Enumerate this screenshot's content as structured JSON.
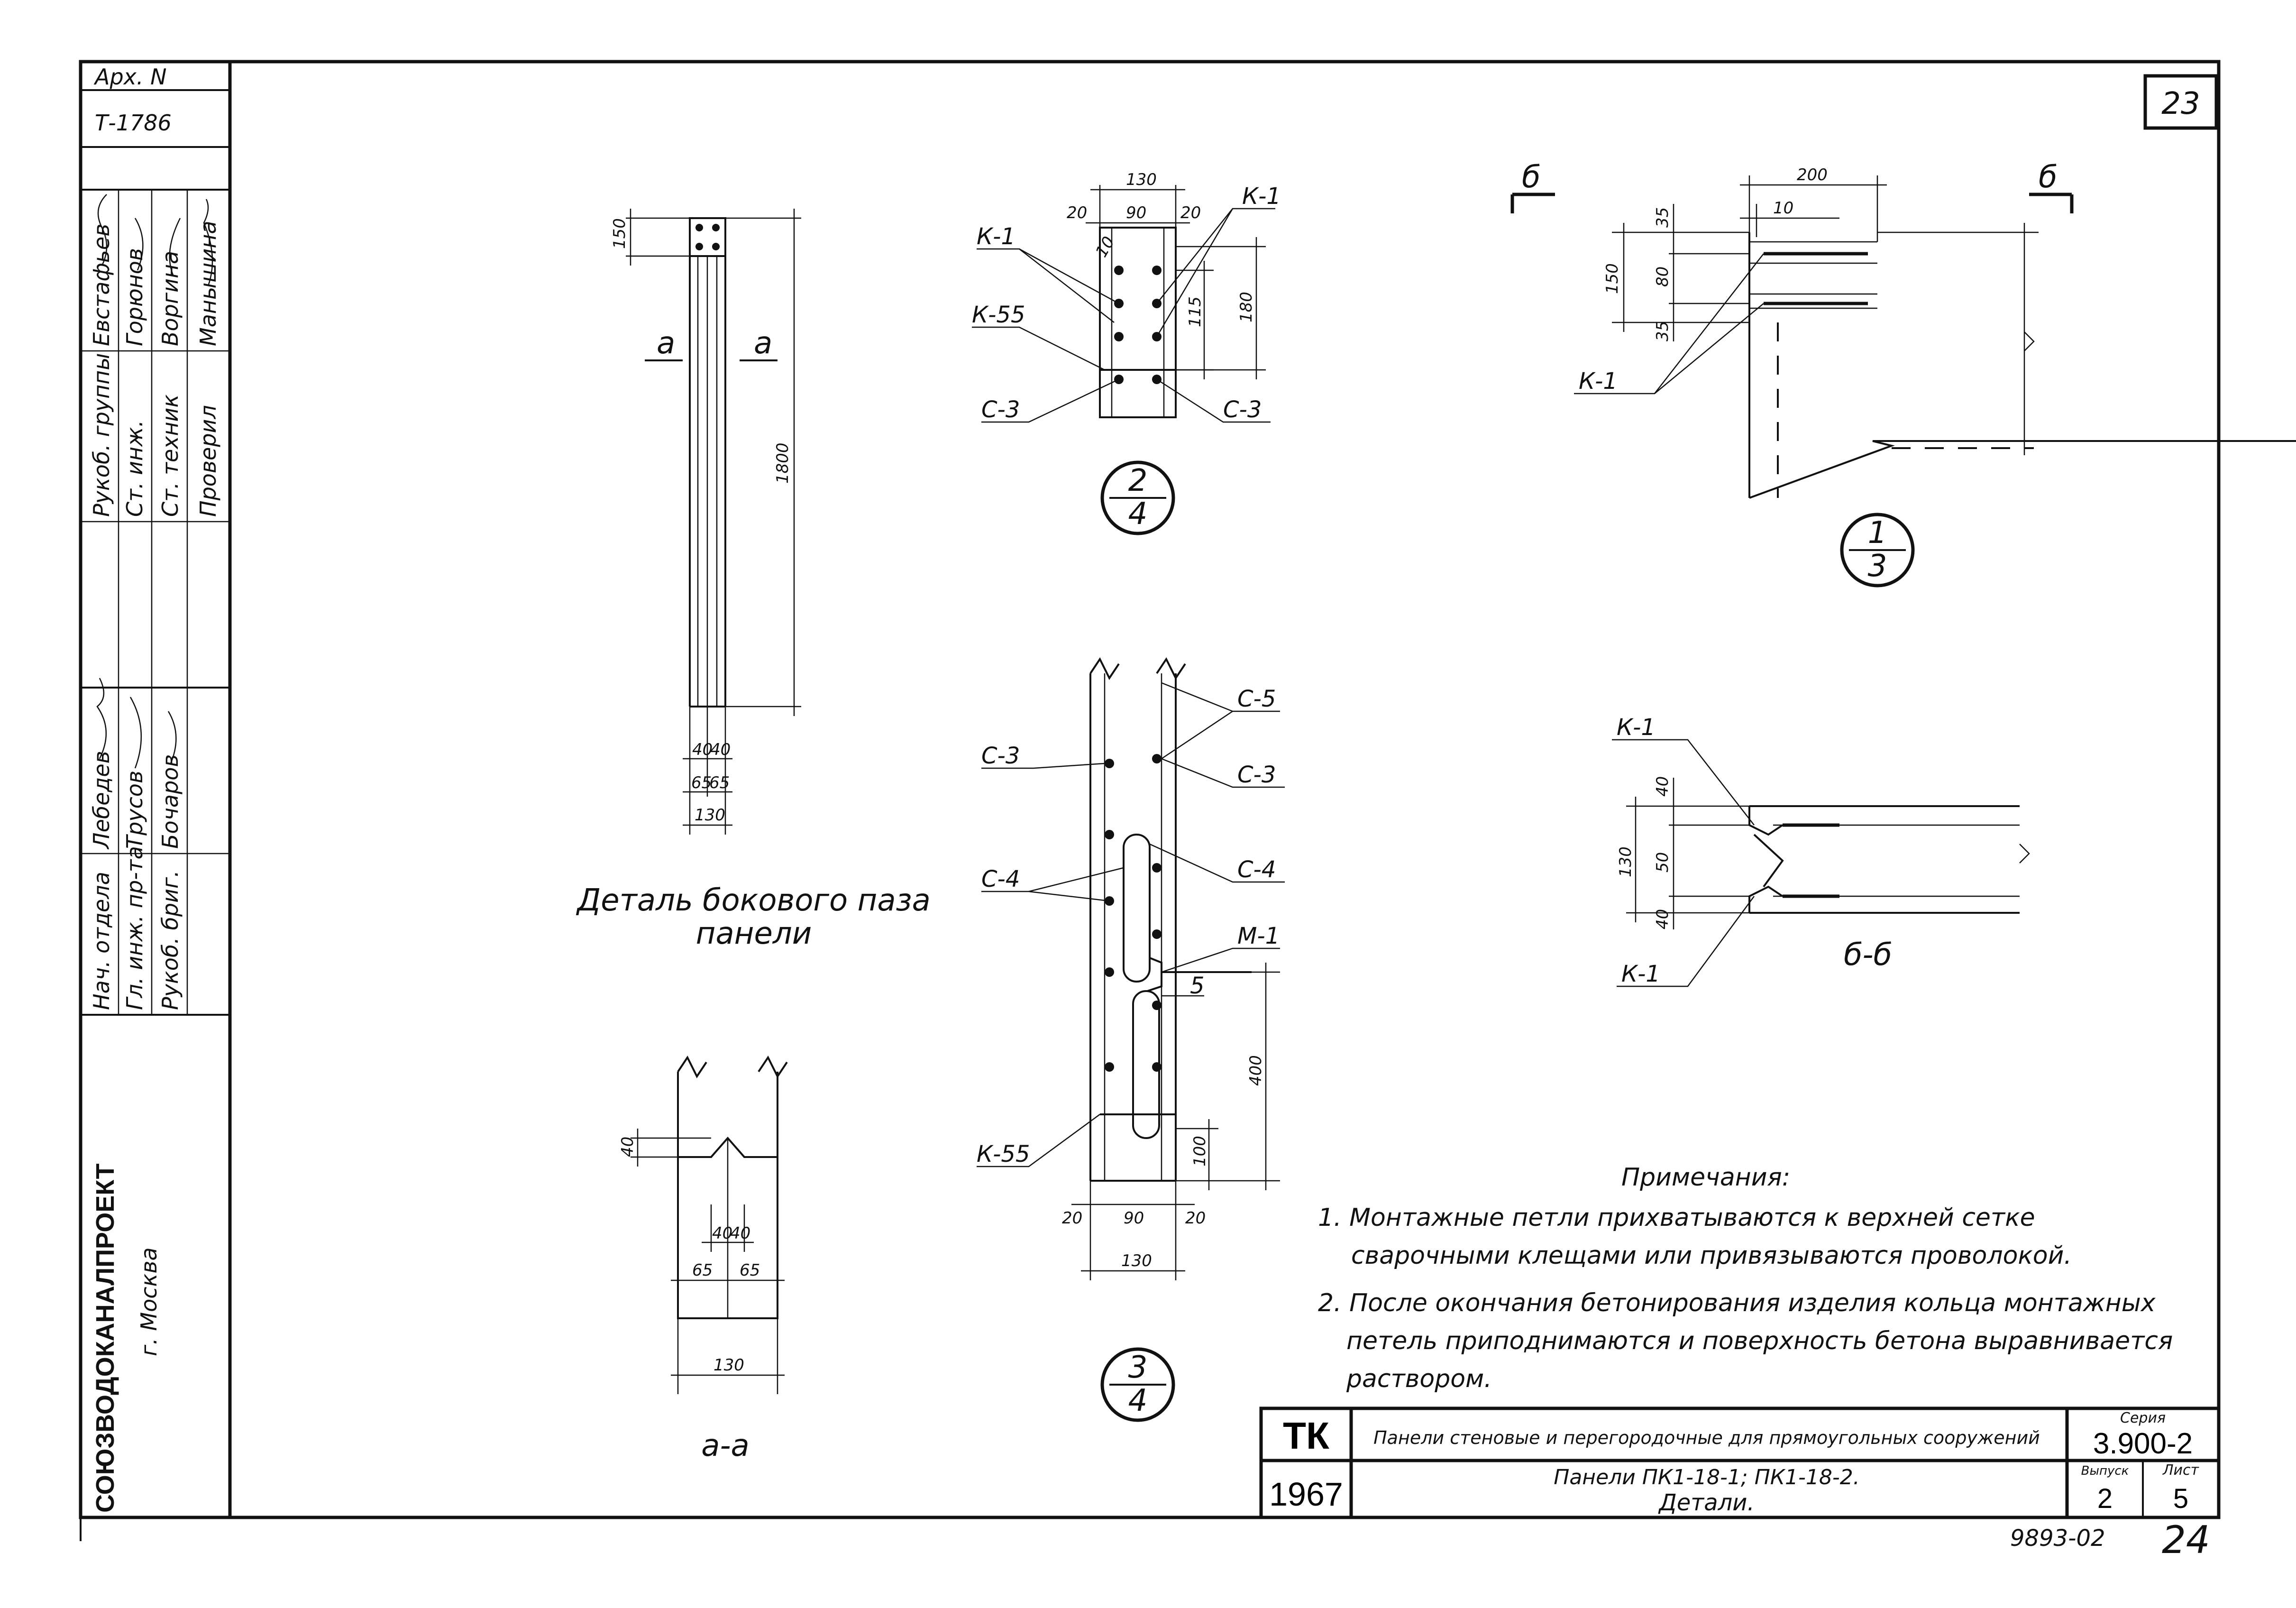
{
  "sheet_number": "23",
  "sheet_number_bottom": "24",
  "doc_code": "9893-02",
  "archive": {
    "label": "Арх. N",
    "number": "Т-1786"
  },
  "stamp": {
    "rows": [
      {
        "position": "Нач. отдела",
        "name": "Лебедев"
      },
      {
        "position": "Гл. инж. пр-та",
        "name": "Трусов"
      },
      {
        "position": "Рукоб. бриг.",
        "name": "Бочаров"
      },
      {
        "position": "Рукоб. группы",
        "name": "Евстафьев"
      },
      {
        "position": "Ст. инж.",
        "name": "Горюнов"
      },
      {
        "position": "Ст. техник",
        "name": "Воргина"
      },
      {
        "position": "Проверил",
        "name": "Манышина"
      }
    ],
    "organization": "СОЮЗВОДОКАНАЛПРОЕКТ",
    "city": "г. Москва"
  },
  "detail_side_groove": {
    "title_line1": "Деталь бокового паза",
    "title_line2": "панели",
    "section_mark": "а",
    "dims": {
      "top": "150",
      "height": "1800",
      "bottom_a": "40",
      "bottom_b": "40",
      "bottom_c": "65",
      "bottom_d": "65",
      "width": "130"
    }
  },
  "section_aa": {
    "title": "а-а",
    "dims": {
      "depth": "40",
      "inner_a": "40",
      "inner_b": "40",
      "half_a": "65",
      "half_b": "65",
      "width": "130"
    }
  },
  "node_2_4": {
    "num": "2",
    "den": "4",
    "labels": {
      "k1_left": "К-1",
      "k1_right": "К-1",
      "k55": "К-55",
      "c3_left": "С-3",
      "c3_right": "С-3"
    },
    "dims": {
      "total": "130",
      "left": "20",
      "mid": "90",
      "right": "20",
      "small": "10",
      "inner": "115",
      "height": "180"
    }
  },
  "node_3_4": {
    "num": "3",
    "den": "4",
    "labels": {
      "c3_left": "С-3",
      "c5": "С-5",
      "c3_right": "С-3",
      "c4_left": "С-4",
      "c4_right": "С-4",
      "m1": "М-1",
      "k55": "К-55"
    },
    "dims": {
      "five": "5",
      "loop": "400",
      "bottom": "100",
      "left": "20",
      "mid": "90",
      "right": "20",
      "total": "130"
    }
  },
  "node_1_3": {
    "num": "1",
    "den": "3",
    "section_mark": "б",
    "labels": {
      "k1": "К-1"
    },
    "dims": {
      "width": "200",
      "ten": "10",
      "top": "35",
      "mid": "80",
      "bot": "35",
      "height": "150"
    }
  },
  "section_bb": {
    "title": "б-б",
    "labels": {
      "k1_top": "К-1",
      "k1_bottom": "К-1"
    },
    "dims": {
      "top": "40",
      "mid": "50",
      "bot": "40",
      "height": "130"
    }
  },
  "notes": {
    "title": "Примечания:",
    "items": [
      "1. Монтажные петли прихватываются к верхней сетке",
      "сварочными клещами или привязываются проволокой.",
      "2. После окончания бетонирования изделия кольца монтажных",
      "петель приподнимаются и поверхность бетона выравнивается",
      "раствором."
    ]
  },
  "title_block": {
    "org": "ТК",
    "year": "1967",
    "title": "Панели стеновые и перегородочные для прямоугольных сооружений",
    "subtitle_line1": "Панели ПК1-18-1; ПК1-18-2.",
    "subtitle_line2": "Детали.",
    "series_label": "Серия",
    "series": "3.900-2",
    "issue_label": "Выпуск",
    "issue": "2",
    "sheet_label": "Лист",
    "sheet": "5"
  }
}
